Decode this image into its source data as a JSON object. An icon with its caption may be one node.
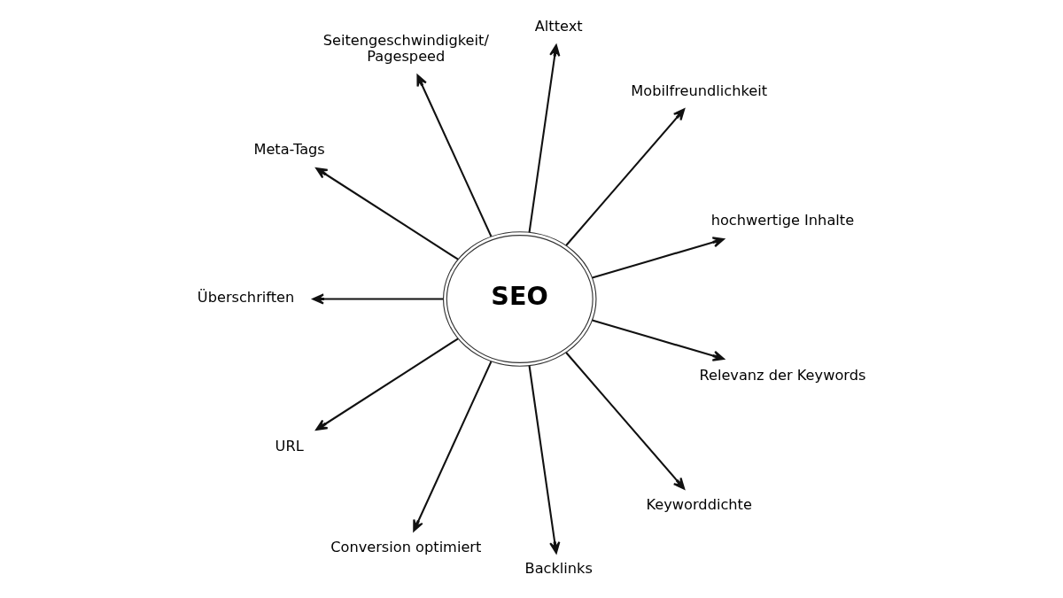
{
  "diagram": {
    "nodes": [
      {
        "text": [
          "SEO"
        ]
      },
      {
        "text": [
          "Alttext"
        ]
      },
      {
        "text": [
          "Seitengeschwindigkeit/ Pagespeed"
        ]
      },
      {
        "text": [
          "Mobilfreundlichkeit"
        ]
      },
      {
        "text": [
          "Meta-Tags"
        ]
      },
      {
        "text": [
          "hochwertige Inhalte"
        ]
      },
      {
        "text": [
          "Überschriften"
        ]
      },
      {
        "text": [
          "Relevanz der Keywords"
        ]
      },
      {
        "text": [
          "URL"
        ]
      },
      {
        "text": [
          "Keyworddichte"
        ]
      },
      {
        "text": [
          "Conversion optimiert"
        ]
      },
      {
        "text": [
          "Backlinks"
        ]
      }
    ],
    "edges": [
      {
        "from": 0,
        "to": 5,
        "arrow": "to"
      },
      {
        "from": 0,
        "to": 3,
        "arrow": "to"
      },
      {
        "from": 0,
        "to": 1,
        "arrow": "to"
      },
      {
        "from": 0,
        "to": 2,
        "arrow": "to"
      },
      {
        "from": 0,
        "to": 4,
        "arrow": "to"
      },
      {
        "from": 0,
        "to": 6,
        "arrow": "to"
      },
      {
        "from": 0,
        "to": 8,
        "arrow": "to"
      },
      {
        "from": 0,
        "to": 10,
        "arrow": "to"
      },
      {
        "from": 0,
        "to": 11,
        "arrow": "to"
      },
      {
        "from": 0,
        "to": 9,
        "arrow": "to"
      },
      {
        "from": 0,
        "to": 7,
        "arrow": "to"
      }
    ]
  }
}
